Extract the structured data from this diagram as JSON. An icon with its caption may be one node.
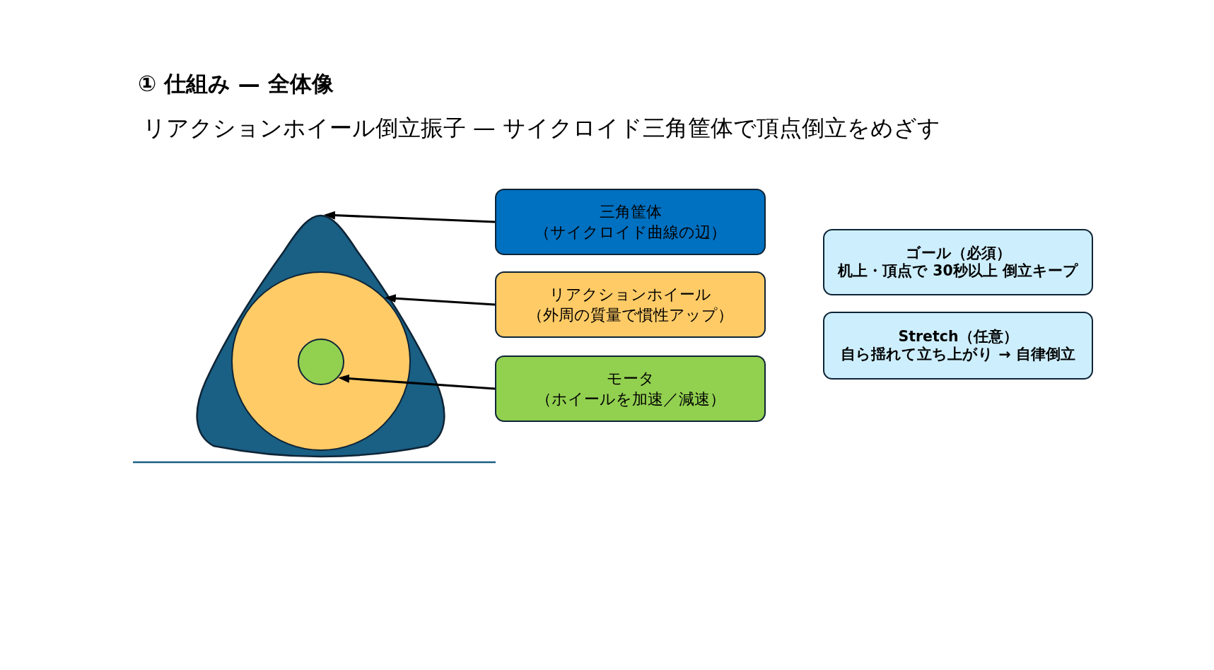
{
  "diagram": {
    "title": "① 仕組み — 全体像",
    "nodes": [
      {
        "text": [],
        "shape": "triangle"
      },
      {
        "text": [],
        "shape": "circle",
        "in": 0
      },
      {
        "text": [],
        "shape": "circle",
        "in": 1
      },
      {
        "text": [
          "三角筐体",
          "（サイクロイド曲線の辺）"
        ]
      },
      {
        "text": [
          "リアクションホイール",
          "（外周の質量で慣性アップ）"
        ]
      },
      {
        "text": [
          "モータ",
          "（ホイールを加速／減速）"
        ]
      },
      {
        "text": [
          "ゴール（必須）",
          "机上・頂点で 30秒以上 倒立キープ"
        ]
      },
      {
        "text": [
          "Stretch（任意）",
          "自ら揺れて立ち上がり → 自律倒立"
        ]
      }
    ],
    "edges": [
      {
        "from": 3,
        "to": 0,
        "arrow": "to"
      },
      {
        "from": 4,
        "to": 1,
        "arrow": "to"
      },
      {
        "from": 5,
        "to": 2,
        "arrow": "to"
      }
    ],
    "labels": [
      "リアクションホイール倒立振子 — サイクロイド三角筐体で頂点倒立をめざす"
    ]
  }
}
